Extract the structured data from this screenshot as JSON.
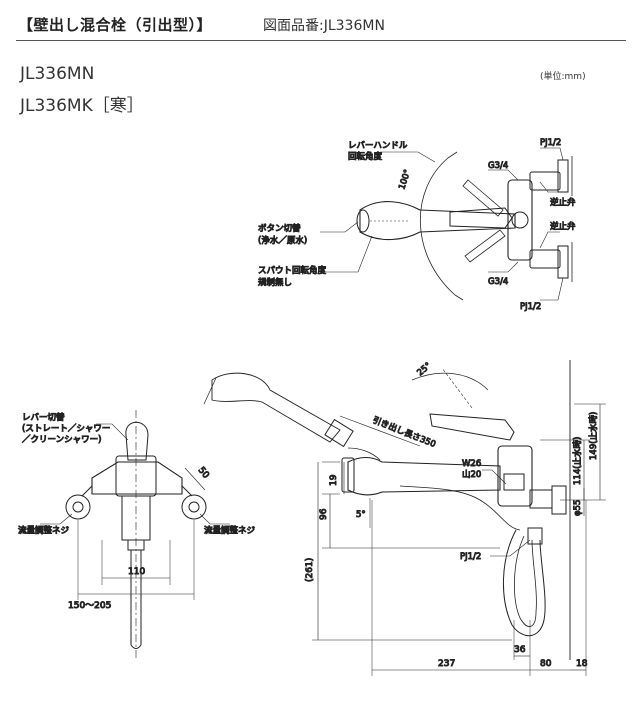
{
  "header": {
    "title": "【壁出し混合栓（引出型）】",
    "drawing_number": "図面品番:JL336MN"
  },
  "models": {
    "primary": "JL336MN",
    "secondary": "JL336MK［寒］"
  },
  "unit_note": "(単位:mm)",
  "top_view": {
    "lever_label_1": "レバーハンドル",
    "lever_label_2": "回転角度",
    "angle_100": "100°",
    "g34_top": "G3/4",
    "g34_bottom": "G3/4",
    "pj12_top": "PJ1/2",
    "pj12_bottom": "PJ1/2",
    "check_valve_1": "逆止弁",
    "check_valve_2": "逆止弁",
    "button_label_1": "ボタン切替",
    "button_label_2": "(浄水／原水)",
    "spout_label_1": "スパウト回転角度",
    "spout_label_2": "規制無し"
  },
  "front_view": {
    "lever_switch_1": "レバー切替",
    "lever_switch_2": "(ストレート／シャワー",
    "lever_switch_3": "／クリーンシャワー)",
    "flow_left": "流量調整ネジ",
    "flow_right": "流量調整ネジ",
    "dim_50": "50",
    "dim_110": "110",
    "dim_150_205": "150～205"
  },
  "side_view": {
    "angle_25": "25°",
    "pull_out": "引き出し長さ350",
    "w26_1": "W26",
    "w26_2": "山20",
    "dim_19": "19",
    "dim_96": "96",
    "dim_5deg": "5°",
    "dim_261": "(261)",
    "pj12": "PJ1/2",
    "dim_237": "237",
    "dim_36": "36",
    "dim_80": "80",
    "dim_18": "18",
    "dim_114": "114(止水時)",
    "dim_149": "149(止水時)",
    "dim_phi55": "φ55"
  }
}
